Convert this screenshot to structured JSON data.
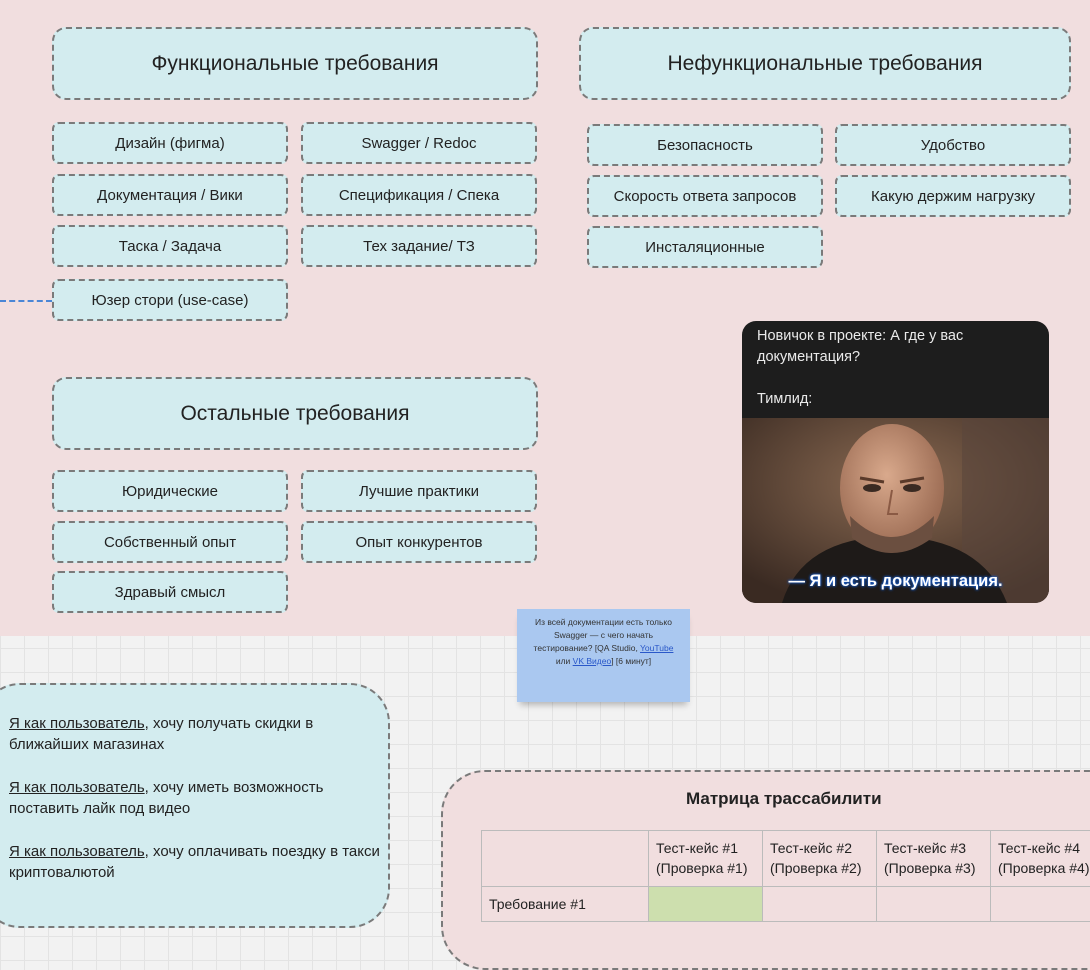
{
  "functional": {
    "title": "Функциональные требования",
    "items": [
      "Дизайн (фигма)",
      "Swagger / Redoc",
      "Документация / Вики",
      "Спецификация / Спека",
      "Таска / Задача",
      "Тех задание/ ТЗ",
      "Юзер стори (use-case)"
    ]
  },
  "nonfunctional": {
    "title": "Нефункциональные требования",
    "items": [
      "Безопасность",
      "Удобство",
      "Скорость ответа запросов",
      "Какую держим нагрузку",
      "Инсталяционные"
    ]
  },
  "other": {
    "title": "Остальные требования",
    "items": [
      "Юридические",
      "Лучшие практики",
      "Собственный опыт",
      "Опыт конкурентов",
      "Здравый смысл"
    ]
  },
  "meme": {
    "caption": "Новичок в проекте: А где у вас документация?\n\nТимлид:",
    "subtitle": "— Я и есть документация."
  },
  "sticky": {
    "text_before": "Из всей документации есть только Swagger — с чего начать тестирование? [QA Studio, ",
    "link1": "YouTube",
    "text_mid": " или ",
    "link2": "VK Видео",
    "text_after": "] [6 минут]"
  },
  "stories": [
    {
      "role": "Я как пользователь",
      "rest": ", хочу получать скидки в ближайших магазинах"
    },
    {
      "role": "Я как пользователь",
      "rest": ", хочу иметь возможность поставить лайк под видео"
    },
    {
      "role": "Я как пользователь",
      "rest": ", хочу оплачивать поездку в такси криптовалютой"
    }
  ],
  "matrix": {
    "title": "Матрица трассабилити",
    "columns": [
      "Тест-кейс #1 (Проверка #1)",
      "Тест-кейс #2 (Проверка #2)",
      "Тест-кейс #3 (Проверка #3)",
      "Тест-кейс #4 (Проверка #4)"
    ],
    "rows": [
      {
        "label": "Требование #1",
        "covered": [
          true,
          false,
          false,
          false
        ]
      }
    ]
  },
  "colors": {
    "box_fill": "#d3ecef",
    "pink_band": "#f1dedf",
    "sticky": "#aac8f0",
    "covered_cell": "#cddfae",
    "connector": "#4a86d6"
  }
}
